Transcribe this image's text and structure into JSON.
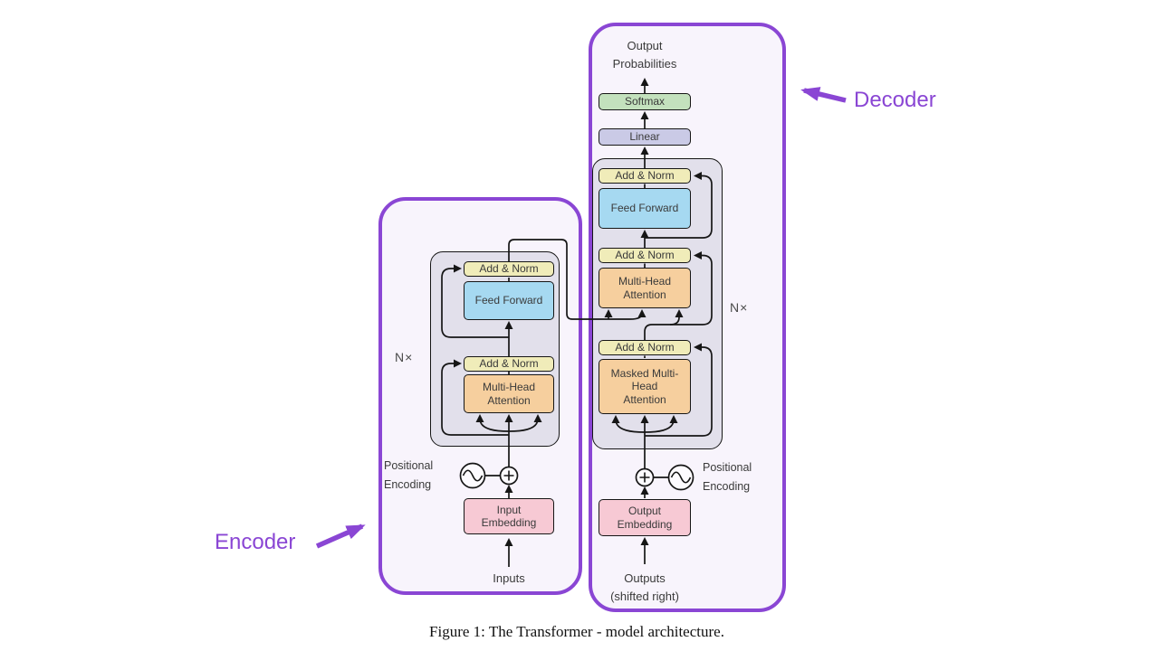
{
  "figure_caption": "Figure 1: The Transformer - model architecture.",
  "colors": {
    "accent_purple": "#8a46d4",
    "add_norm_yellow": "#f0ecb9",
    "feed_forward_blue": "#a6d9f1",
    "attention_orange": "#f6cf9e",
    "embedding_pink": "#f7c9d4",
    "softmax_green": "#c3e1bd",
    "linear_lavender": "#cacae6",
    "stack_grey": "#e2e0eb",
    "panel_fill": "#f8f4fc"
  },
  "annotations": {
    "encoder_label": "Encoder",
    "decoder_label": "Decoder"
  },
  "encoder": {
    "repeat_label": "N×",
    "positional_encoding_label": "Positional Encoding",
    "inputs_label": "Inputs",
    "blocks": {
      "add_norm_upper": "Add & Norm",
      "feed_forward": "Feed Forward",
      "add_norm_lower": "Add & Norm",
      "multi_head_attention": "Multi-Head Attention",
      "input_embedding": "Input Embedding"
    }
  },
  "decoder": {
    "repeat_label": "N×",
    "output_probabilities_label": "Output Probabilities",
    "positional_encoding_label": "Positional Encoding",
    "outputs_label": "Outputs",
    "outputs_note": "(shifted right)",
    "blocks": {
      "softmax": "Softmax",
      "linear": "Linear",
      "add_norm_top": "Add & Norm",
      "feed_forward": "Feed Forward",
      "add_norm_middle": "Add & Norm",
      "multi_head_attention": "Multi-Head Attention",
      "add_norm_bottom": "Add & Norm",
      "masked_multi_head_attention": "Masked Multi-Head Attention",
      "output_embedding": "Output Embedding"
    }
  }
}
